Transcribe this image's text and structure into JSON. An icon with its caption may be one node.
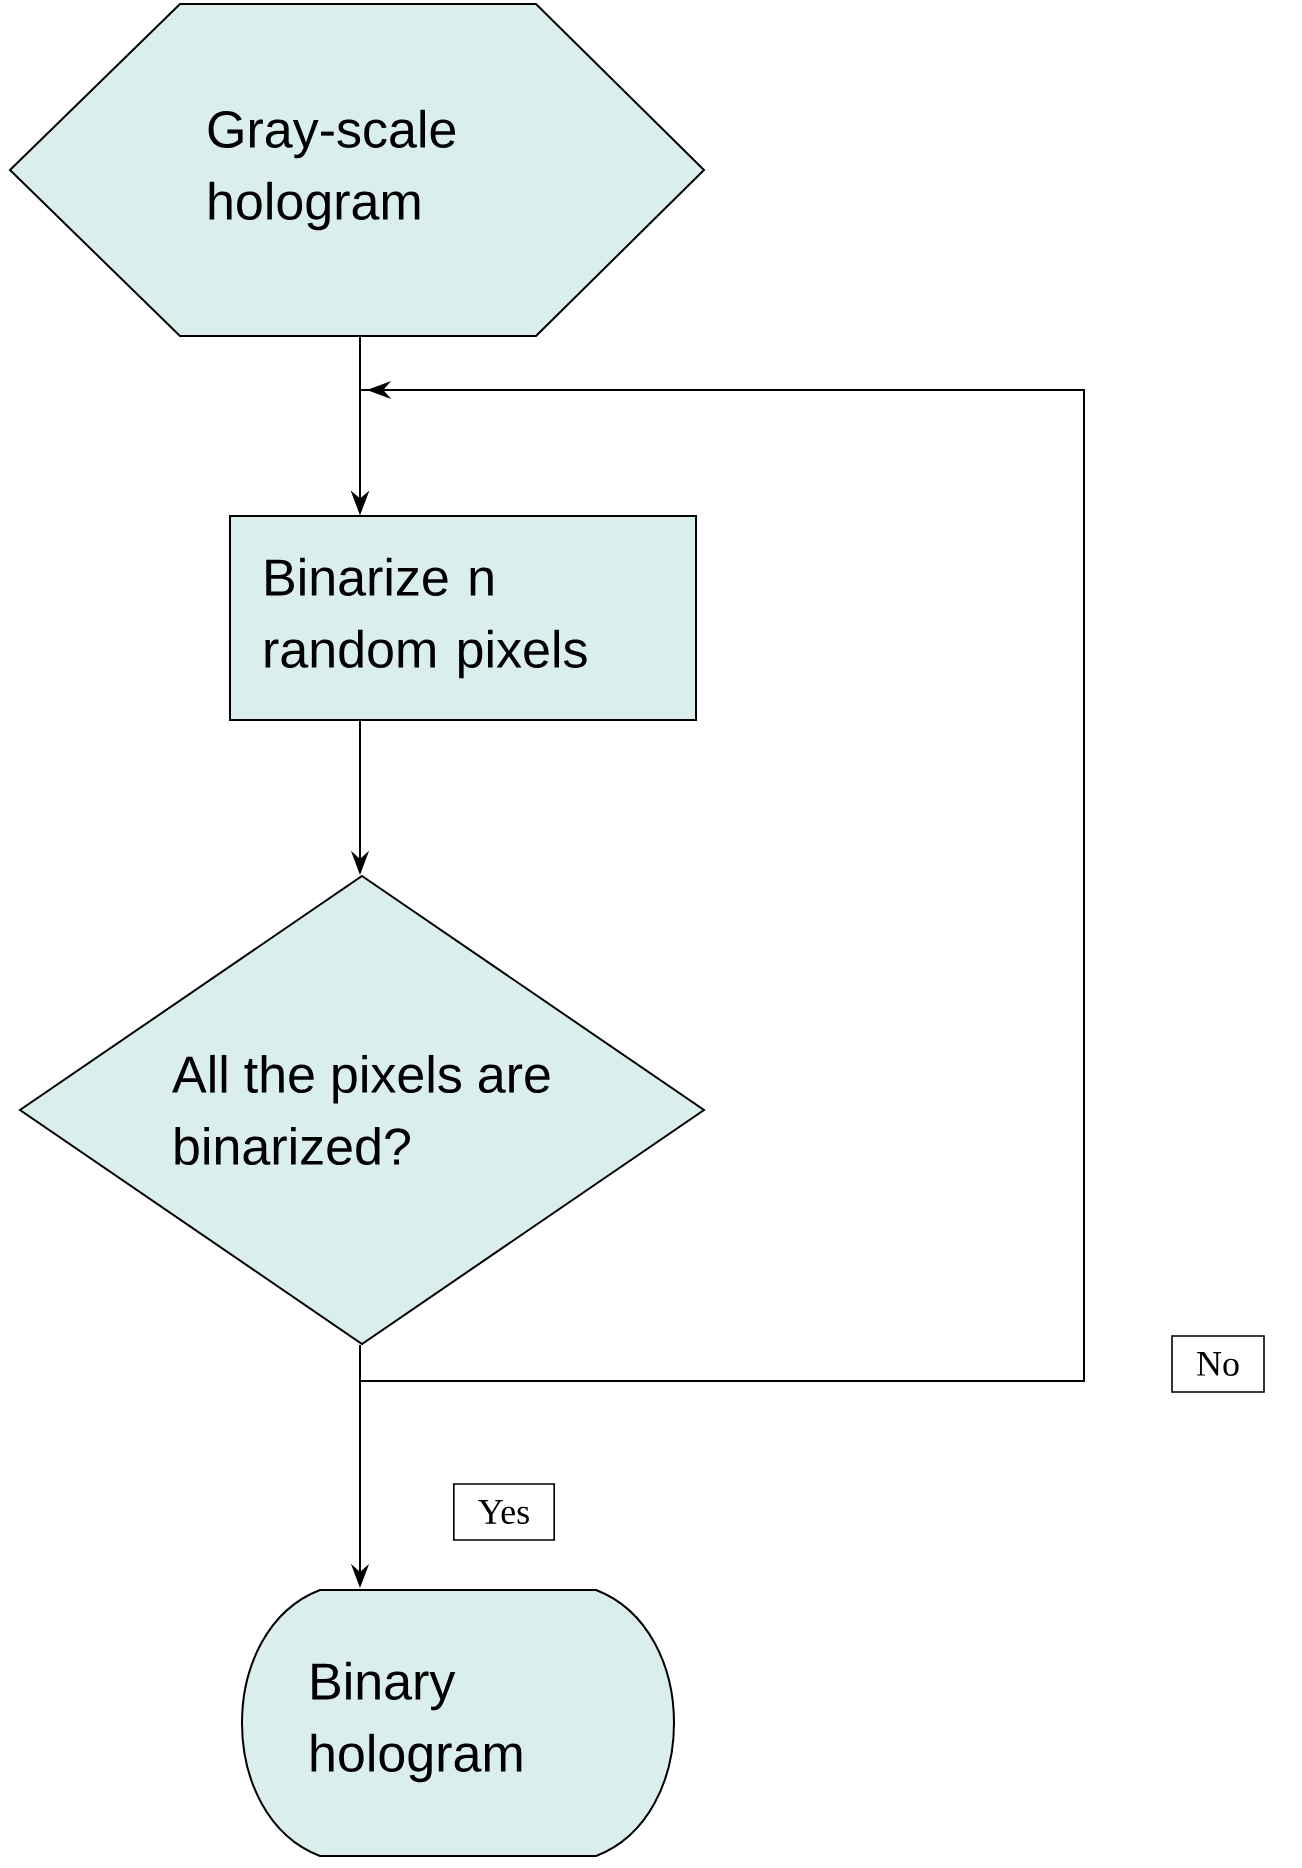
{
  "diagram": {
    "nodes": [
      {
        "text": [
          "Gray-scale hologram"
        ]
      },
      {
        "text": [
          "Binarize n random pixels"
        ]
      },
      {
        "text": [
          "All the pixels are binarized?"
        ]
      },
      {
        "text": [
          "Binary hologram"
        ]
      }
    ],
    "edges": [
      {
        "from": 0,
        "to": 1,
        "arrow": "to"
      },
      {
        "from": 1,
        "to": 2,
        "arrow": "to"
      },
      {
        "from": 2,
        "to": 3,
        "arrow": "to",
        "label": "Yes"
      },
      {
        "from": 2,
        "to": 1,
        "arrow": "to",
        "label": "No"
      }
    ]
  }
}
